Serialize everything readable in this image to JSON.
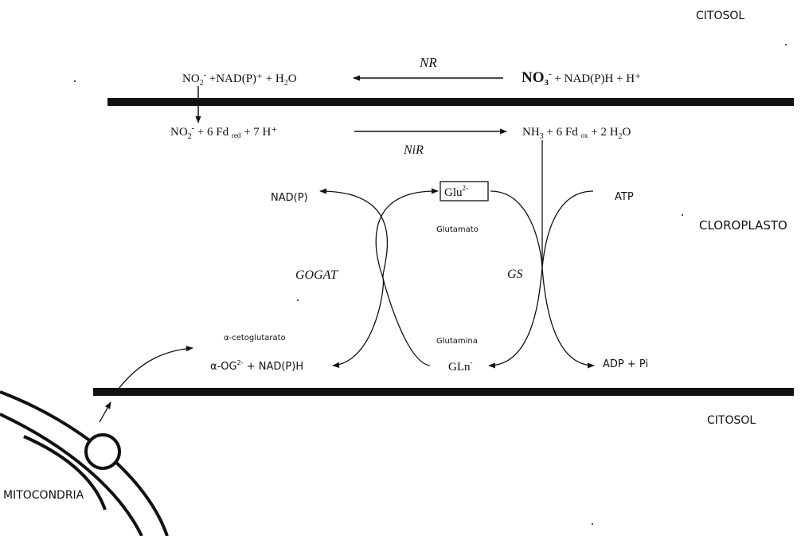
{
  "regions": {
    "citosol_top": "CITOSOL",
    "cloroplasto": "CLOROPLASTO",
    "citosol_bottom": "CITOSOL",
    "mitocondria": "MITOCONDRIA"
  },
  "reactions": {
    "nitrate_reduction": {
      "substrate": {
        "main": "NO",
        "sub": "3",
        "sup": "-",
        "rest": " + NAD(P)H + H⁺"
      },
      "product": {
        "main": "NO",
        "sub": "2",
        "sup": "-",
        "mid": " +NAD(P)⁺ + H",
        "sub2": "2",
        "rest": "O"
      },
      "enzyme": "NR"
    },
    "nitrite_reduction": {
      "substrate": {
        "main": "NO",
        "sub": "2",
        "sup": "-",
        "p1": " + 6 Fd ",
        "small": "red",
        "p2": " + 7 H⁺"
      },
      "product": {
        "main": "NH",
        "sub": "3",
        "p1": " + 6 Fd ",
        "small": "ox",
        "p2": " + 2 H",
        "sub2": "2",
        "rest": "O"
      },
      "enzyme": "NiR"
    }
  },
  "cycle": {
    "glu": {
      "main": "Glu",
      "sup": "2-",
      "name": "Glutamato"
    },
    "gln": {
      "main": "GLn",
      "sup": "-",
      "name": "Glutamina"
    },
    "nadp": "NAD(P)",
    "atp": "ATP",
    "adp": "ADP + Pi",
    "aog": {
      "p1": "α-OG",
      "sup": "2-",
      "p2": " + NAD(P)H",
      "name": "α-cetoglutarato"
    },
    "gogat": "GOGAT",
    "gs": "GS"
  }
}
